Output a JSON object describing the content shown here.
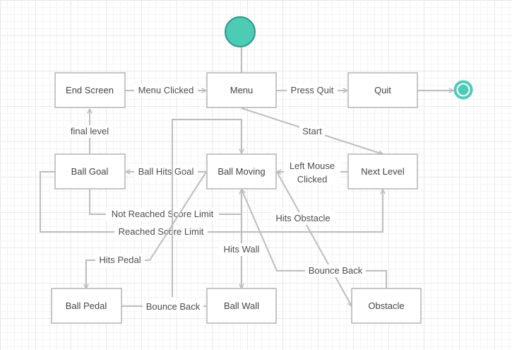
{
  "colors": {
    "start_fill": "#4ecbb4",
    "start_stroke": "#1f9c86",
    "end_fill": "#4ecbb4",
    "end_stroke": "#1f9c86",
    "edge": "#bdbdbd",
    "node_border": "#b3b3b3"
  },
  "nodes": {
    "end_screen": "End Screen",
    "menu": "Menu",
    "quit": "Quit",
    "ball_goal": "Ball Goal",
    "ball_moving": "Ball Moving",
    "next_level": "Next Level",
    "ball_pedal": "Ball Pedal",
    "ball_wall": "Ball Wall",
    "obstacle": "Obstacle"
  },
  "edges": {
    "menu_clicked": "Menu Clicked",
    "press_quit": "Press Quit",
    "start": "Start",
    "final_level": "final level",
    "ball_hits_goal": "Ball Hits Goal",
    "left_mouse_1": "Left Mouse",
    "left_mouse_2": "Clicked",
    "not_reached": "Not Reached Score Limit",
    "reached": "Reached Score Limit",
    "hits_obstacle": "Hits Obstacle",
    "hits_pedal": "Hits Pedal",
    "hits_wall": "Hits Wall",
    "bounce_back_obstacle": "Bounce Back",
    "bounce_back_pedal": "Bounce Back"
  }
}
